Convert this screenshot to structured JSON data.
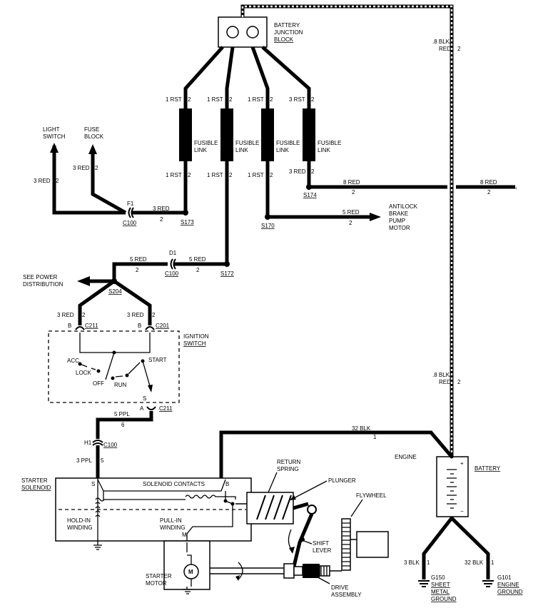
{
  "components": {
    "battery_junction_block": [
      "BATTERY",
      "JUNCTION",
      "BLOCK"
    ],
    "fusible_link": [
      "FUSIBLE",
      "LINK"
    ],
    "light_switch": [
      "LIGHT",
      "SWITCH"
    ],
    "fuse_block": [
      "FUSE",
      "BLOCK"
    ],
    "antilock_pump": [
      "ANTILOCK",
      "BRAKE",
      "PUMP",
      "MOTOR"
    ],
    "see_power_distribution": [
      "SEE POWER",
      "DISTRIBUTION"
    ],
    "ignition_switch": [
      "IGNITION",
      "SWITCH"
    ],
    "ign_acc": "ACC",
    "ign_lock": "LOCK",
    "ign_off": "OFF",
    "ign_run": "RUN",
    "ign_start": "START",
    "starter_solenoid": [
      "STARTER",
      "SOLENOID"
    ],
    "solenoid_contacts": "SOLENOID CONTACTS",
    "hold_in": [
      "HOLD-IN",
      "WINDING"
    ],
    "pull_in": [
      "PULL-IN",
      "WINDING"
    ],
    "return_spring": [
      "RETURN",
      "SPRING"
    ],
    "plunger": "PLUNGER",
    "flywheel": "FLYWHEEL",
    "shift_lever": [
      "SHIFT",
      "LEVER"
    ],
    "drive_assembly": [
      "DRIVE",
      "ASSEMBLY"
    ],
    "starter_motor": [
      "STARTER",
      "MOTOR"
    ],
    "motor_symbol": "M",
    "battery": "BATTERY",
    "engine": "ENGINE",
    "g150": [
      "G150",
      "SHEET",
      "METAL",
      "GROUND"
    ],
    "g101": [
      "G101",
      "ENGINE",
      "GROUND"
    ],
    "term_s": "S",
    "term_b": "B",
    "term_m": "M",
    "plus": "+",
    "minus": "−"
  },
  "wires": {
    "rst": "1 RST",
    "rst_3": "3 RST",
    "red_3": "3 RED",
    "red_5": "5 RED",
    "red_8": "8 RED",
    "blk_red_08": ".8 BLK/",
    "red": "RED",
    "ppl_5": "5 PPL",
    "ppl_3": "3 PPL",
    "blk_32": "32 BLK",
    "blk_3": "3 BLK",
    "c2": "2",
    "c1": "1",
    "c5": "5",
    "c6": "6"
  },
  "connectors": {
    "f1": "F1",
    "c100": "C100",
    "d1": "D1",
    "h1": "H1",
    "c211": "C211",
    "c201": "C201",
    "pin_a": "A",
    "pin_b": "B",
    "pin_s": "S"
  },
  "splices": {
    "s173": "S173",
    "s170": "S170",
    "s174": "S174",
    "s172": "S172",
    "s204": "S204"
  }
}
